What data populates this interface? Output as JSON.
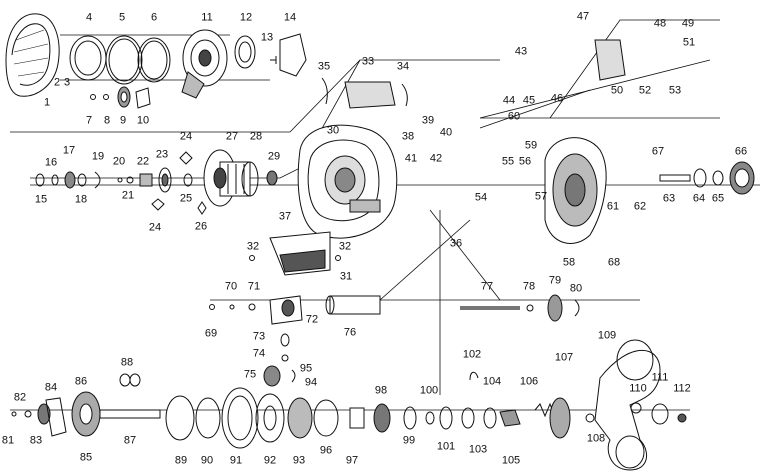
{
  "part_numbers": [
    "1",
    "2",
    "3",
    "4",
    "5",
    "6",
    "7",
    "8",
    "9",
    "10",
    "11",
    "12",
    "13",
    "14",
    "15",
    "16",
    "17",
    "18",
    "19",
    "20",
    "21",
    "22",
    "23",
    "24",
    "25",
    "26",
    "27",
    "28",
    "29",
    "30",
    "31",
    "32",
    "33",
    "34",
    "35",
    "36",
    "37",
    "38",
    "39",
    "40",
    "41",
    "42",
    "43",
    "44",
    "45",
    "46",
    "47",
    "48",
    "49",
    "50",
    "51",
    "52",
    "53",
    "54",
    "55",
    "56",
    "57",
    "58",
    "59",
    "60",
    "61",
    "62",
    "63",
    "64",
    "65",
    "66",
    "67",
    "68",
    "69",
    "70",
    "71",
    "72",
    "73",
    "74",
    "75",
    "76",
    "77",
    "78",
    "79",
    "80",
    "81",
    "82",
    "83",
    "84",
    "85",
    "86",
    "87",
    "88",
    "89",
    "90",
    "91",
    "92",
    "93",
    "94",
    "95",
    "96",
    "97",
    "98",
    "99",
    "100",
    "101",
    "102",
    "103",
    "104",
    "105",
    "106",
    "107",
    "108",
    "109",
    "110",
    "111",
    "112"
  ],
  "callouts": [
    {
      "n": "1",
      "dup": false
    },
    {
      "n": "2",
      "dup": false
    },
    {
      "n": "3",
      "dup": false
    },
    {
      "n": "4",
      "dup": false
    },
    {
      "n": "5",
      "dup": false
    },
    {
      "n": "6",
      "dup": false
    },
    {
      "n": "7",
      "dup": false
    },
    {
      "n": "8",
      "dup": false
    },
    {
      "n": "9",
      "dup": false
    },
    {
      "n": "10",
      "dup": false
    },
    {
      "n": "11",
      "dup": false
    },
    {
      "n": "12",
      "dup": false
    },
    {
      "n": "13",
      "dup": false
    },
    {
      "n": "14",
      "dup": false
    },
    {
      "n": "15",
      "dup": false
    },
    {
      "n": "16",
      "dup": false
    },
    {
      "n": "17",
      "dup": false
    },
    {
      "n": "18",
      "dup": false
    },
    {
      "n": "19",
      "dup": false
    },
    {
      "n": "20",
      "dup": false
    },
    {
      "n": "21",
      "dup": false
    },
    {
      "n": "22",
      "dup": false
    },
    {
      "n": "23",
      "dup": false
    },
    {
      "n": "24",
      "dup": false
    },
    {
      "n": "24",
      "dup": true
    },
    {
      "n": "25",
      "dup": false
    },
    {
      "n": "26",
      "dup": false
    },
    {
      "n": "27",
      "dup": false
    },
    {
      "n": "28",
      "dup": false
    },
    {
      "n": "29",
      "dup": false
    },
    {
      "n": "30",
      "dup": false
    },
    {
      "n": "31",
      "dup": false
    },
    {
      "n": "32",
      "dup": false
    },
    {
      "n": "32",
      "dup": true
    },
    {
      "n": "33",
      "dup": false
    },
    {
      "n": "34",
      "dup": false
    },
    {
      "n": "35",
      "dup": false
    },
    {
      "n": "36",
      "dup": false
    },
    {
      "n": "37",
      "dup": false
    },
    {
      "n": "38",
      "dup": false
    },
    {
      "n": "39",
      "dup": false
    },
    {
      "n": "40",
      "dup": false
    },
    {
      "n": "41",
      "dup": false
    },
    {
      "n": "42",
      "dup": false
    },
    {
      "n": "43",
      "dup": false
    },
    {
      "n": "44",
      "dup": false
    },
    {
      "n": "45",
      "dup": false
    },
    {
      "n": "46",
      "dup": false
    },
    {
      "n": "47",
      "dup": false
    },
    {
      "n": "48",
      "dup": false
    },
    {
      "n": "49",
      "dup": false
    },
    {
      "n": "50",
      "dup": false
    },
    {
      "n": "51",
      "dup": false
    },
    {
      "n": "52",
      "dup": false
    },
    {
      "n": "53",
      "dup": false
    },
    {
      "n": "54",
      "dup": false
    },
    {
      "n": "55",
      "dup": false
    },
    {
      "n": "56",
      "dup": false
    },
    {
      "n": "57",
      "dup": false
    },
    {
      "n": "58",
      "dup": false
    },
    {
      "n": "59",
      "dup": false
    },
    {
      "n": "60",
      "dup": false
    },
    {
      "n": "61",
      "dup": false
    },
    {
      "n": "62",
      "dup": false
    },
    {
      "n": "63",
      "dup": false
    },
    {
      "n": "64",
      "dup": false
    },
    {
      "n": "65",
      "dup": false
    },
    {
      "n": "66",
      "dup": false
    },
    {
      "n": "67",
      "dup": false
    },
    {
      "n": "68",
      "dup": false
    },
    {
      "n": "69",
      "dup": false
    },
    {
      "n": "70",
      "dup": false
    },
    {
      "n": "71",
      "dup": false
    },
    {
      "n": "72",
      "dup": false
    },
    {
      "n": "73",
      "dup": false
    },
    {
      "n": "74",
      "dup": false
    },
    {
      "n": "75",
      "dup": false
    },
    {
      "n": "76",
      "dup": false
    },
    {
      "n": "77",
      "dup": false
    },
    {
      "n": "78",
      "dup": false
    },
    {
      "n": "79",
      "dup": false
    },
    {
      "n": "80",
      "dup": false
    },
    {
      "n": "81",
      "dup": false
    },
    {
      "n": "82",
      "dup": false
    },
    {
      "n": "83",
      "dup": false
    },
    {
      "n": "84",
      "dup": false
    },
    {
      "n": "85",
      "dup": false
    },
    {
      "n": "86",
      "dup": false
    },
    {
      "n": "87",
      "dup": false
    },
    {
      "n": "88",
      "dup": false
    },
    {
      "n": "89",
      "dup": false
    },
    {
      "n": "90",
      "dup": false
    },
    {
      "n": "91",
      "dup": false
    },
    {
      "n": "92",
      "dup": false
    },
    {
      "n": "93",
      "dup": false
    },
    {
      "n": "94",
      "dup": false
    },
    {
      "n": "95",
      "dup": false
    },
    {
      "n": "96",
      "dup": false
    },
    {
      "n": "97",
      "dup": false
    },
    {
      "n": "98",
      "dup": false
    },
    {
      "n": "99",
      "dup": false
    },
    {
      "n": "100",
      "dup": false
    },
    {
      "n": "101",
      "dup": false
    },
    {
      "n": "102",
      "dup": false
    },
    {
      "n": "103",
      "dup": false
    },
    {
      "n": "104",
      "dup": false
    },
    {
      "n": "105",
      "dup": false
    },
    {
      "n": "106",
      "dup": false
    },
    {
      "n": "107",
      "dup": false
    },
    {
      "n": "108",
      "dup": false
    },
    {
      "n": "109",
      "dup": false
    },
    {
      "n": "110",
      "dup": false
    },
    {
      "n": "111",
      "dup": false
    },
    {
      "n": "112",
      "dup": false
    }
  ],
  "colors": {
    "ink": "#111111",
    "background": "#ffffff",
    "shade": "#555555"
  }
}
